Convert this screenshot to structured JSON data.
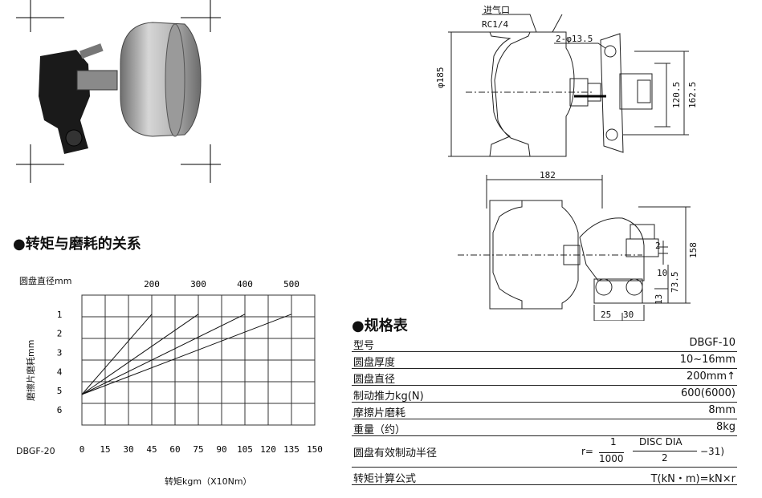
{
  "photo": {
    "alt_icon": "brake-caliper-photo"
  },
  "drawing_top": {
    "inlet_label": "进气口",
    "port_label": "RC1/4",
    "hole_label": "2-φ13.5",
    "dia_label": "φ185",
    "dim_120": "120.5",
    "dim_162": "162.5"
  },
  "drawing_bottom": {
    "dim_182": "182",
    "dim_2": "2",
    "dim_10": "10",
    "dim_158": "158",
    "dim_73": "73.5",
    "dim_13": "13",
    "dim_25": "25",
    "dim_30": "30"
  },
  "chart_section": {
    "heading": "●转矩与磨耗的关系",
    "disc_label": "圆盘直径mm",
    "y_label": "磨擦片磨耗mm",
    "x_label": "转矩kgm（X10Nm）",
    "model_label": "DBGF-20"
  },
  "chart_data": {
    "type": "line",
    "x": [
      0,
      15,
      30,
      45,
      60,
      75,
      90,
      105,
      120,
      135,
      150
    ],
    "y_ticks": [
      1,
      2,
      3,
      4,
      5,
      6
    ],
    "series": [
      {
        "name": "200",
        "points": [
          [
            0,
            5.2
          ],
          [
            45,
            1
          ]
        ]
      },
      {
        "name": "300",
        "points": [
          [
            0,
            5.2
          ],
          [
            75,
            1
          ]
        ]
      },
      {
        "name": "400",
        "points": [
          [
            0,
            5.2
          ],
          [
            105,
            1
          ]
        ]
      },
      {
        "name": "500",
        "points": [
          [
            0,
            5.2
          ],
          [
            135,
            1
          ]
        ]
      }
    ],
    "xlim": [
      0,
      150
    ],
    "ylim": [
      0,
      6.8
    ],
    "grid": true
  },
  "spec": {
    "heading": "●规格表",
    "rows": [
      {
        "k": "型号",
        "v": "DBGF-10"
      },
      {
        "k": "圆盘厚度",
        "v": "10~16mm"
      },
      {
        "k": "圆盘直径",
        "v": "200mm↑"
      },
      {
        "k": "制动推力kg(N)",
        "v": "600(6000)"
      },
      {
        "k": "摩擦片磨耗",
        "v": "8mm"
      },
      {
        "k": "重量（约）",
        "v": "8kg"
      }
    ],
    "radius_label": "圆盘有效制动半径",
    "radius_formula": {
      "r": "r=",
      "num": "1",
      "den": "1000",
      "inner_num": "DISC DIA",
      "inner_den": "2",
      "tail": "−31)"
    },
    "torque_label": "转矩计算公式",
    "torque_formula": "T(kN・m)=kN×r"
  }
}
